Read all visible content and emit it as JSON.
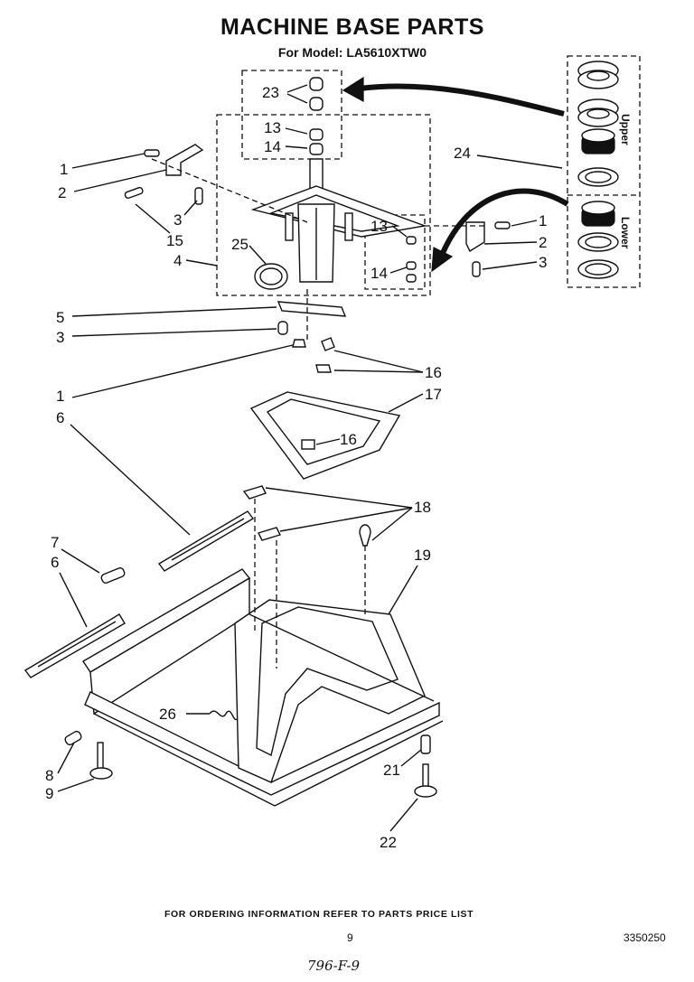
{
  "header": {
    "title": "MACHINE BASE PARTS",
    "subtitle": "For Model: LA5610XTW0"
  },
  "callouts": {
    "c1a": "1",
    "c2a": "2",
    "c3a": "3",
    "c15": "15",
    "c4": "4",
    "c25": "25",
    "c23": "23",
    "c13a": "13",
    "c14a": "14",
    "c13b": "13",
    "c14b": "14",
    "c24": "24",
    "c1b": "1",
    "c2b": "2",
    "c3b": "3",
    "c5": "5",
    "c3c": "3",
    "c1c": "1",
    "c6a": "6",
    "c16a": "16",
    "c17": "17",
    "c16b": "16",
    "c18": "18",
    "c19": "19",
    "c7": "7",
    "c6b": "6",
    "c26": "26",
    "c8": "8",
    "c9": "9",
    "c21": "21",
    "c22": "22"
  },
  "bearing_kit": {
    "upper_label": "Upper",
    "lower_label": "Lower"
  },
  "footer": {
    "note": "FOR ORDERING INFORMATION REFER TO PARTS PRICE LIST",
    "page": "9",
    "doc_number": "3350250",
    "handwritten": "796-F-9"
  }
}
